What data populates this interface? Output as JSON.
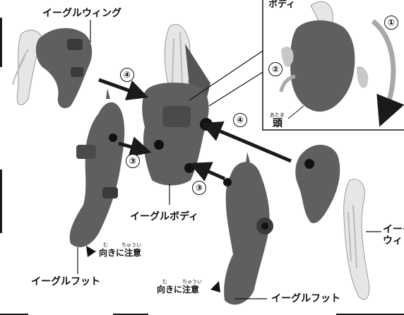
{
  "labels": {
    "wing_top": "イーグルウィング",
    "wing_right_line1": "イーグ",
    "wing_right_line2": "ウィン",
    "body": "イーグルボディ",
    "foot_left": "イーグルフット",
    "foot_right": "イーグルフット",
    "inset_body": "ボディ",
    "inset_head": "頭",
    "inset_head_ruby": "あたま"
  },
  "notes": {
    "left_text": "向きに注意",
    "left_ruby_mu": "む",
    "left_ruby_chuui": "ちゅうい",
    "right_text": "向きに注意",
    "right_ruby_mu": "む",
    "right_ruby_chuui": "ちゅうい"
  },
  "steps": {
    "s1": "①",
    "s2": "②",
    "s3_left": "③",
    "s3_right": "③",
    "s4_top": "④",
    "s4_right": "④"
  },
  "colors": {
    "part_gray": "#5f5f5f",
    "part_dark": "#3a3a3a",
    "wing_white": "#e6e6e6",
    "joint_black": "#111111",
    "arrow": "#1a1a1a",
    "rotate_arrow": "#a8a8a8"
  }
}
